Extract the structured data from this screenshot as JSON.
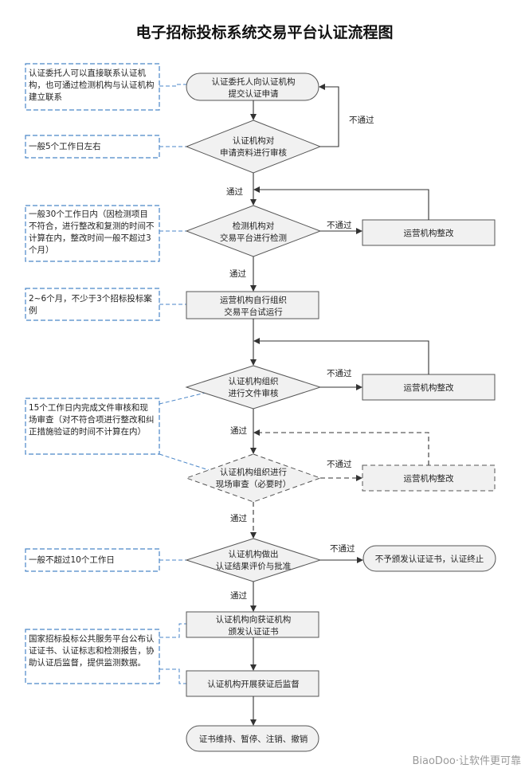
{
  "title": "电子招标投标系统交易平台认证流程图",
  "nodes": {
    "start": [
      "认证委托人向认证机构",
      "提交认证申请"
    ],
    "review": [
      "认证机构对",
      "申请资料进行审核"
    ],
    "test": [
      "检测机构对",
      "交易平台进行检测"
    ],
    "rectify1": "运营机构整改",
    "trial": [
      "运营机构自行组织",
      "交易平台试运行"
    ],
    "docreview": [
      "认证机构组织",
      "进行文件审核"
    ],
    "rectify2": "运营机构整改",
    "site": [
      "认证机构组织进行",
      "现场审查（必要时）"
    ],
    "rectify3": "运营机构整改",
    "evaluate": [
      "认证机构做出",
      "认证结果评价与批准"
    ],
    "deny": "不予颁发认证证书，认证终止",
    "issue": [
      "认证机构向获证机构",
      "颁发认证证书"
    ],
    "supervise": "认证机构开展获证后监督",
    "end": "证书维持、暂停、注销、撤销"
  },
  "edge_labels": {
    "pass": "通过",
    "fail": "不通过"
  },
  "notes": {
    "n1": "认证委托人可以直接联系认证机构，也可通过检测机构与认证机构建立联系",
    "n2": "一般5个工作日左右",
    "n3": "一般30个工作日内（因检测项目不符合，进行整改和复测的时间不计算在内，整改时间一般不超过3个月）",
    "n4": "2~6个月，不少于3个招标投标案例",
    "n5": "15个工作日内完成文件审核和现场审查（对不符合项进行整改和纠正措施验证的时间不计算在内）",
    "n6": "一般不超过10个工作日",
    "n7": "国家招标投标公共服务平台公布认证证书、认证标志和检测报告，协助认证后监督，提供监测数据。"
  },
  "watermark": "BiaoDoo·让软件更可靠",
  "colors": {
    "node_fill": "#f1f1f1",
    "node_stroke": "#555555",
    "arrow": "#333333",
    "note_border": "#4a86c8"
  }
}
